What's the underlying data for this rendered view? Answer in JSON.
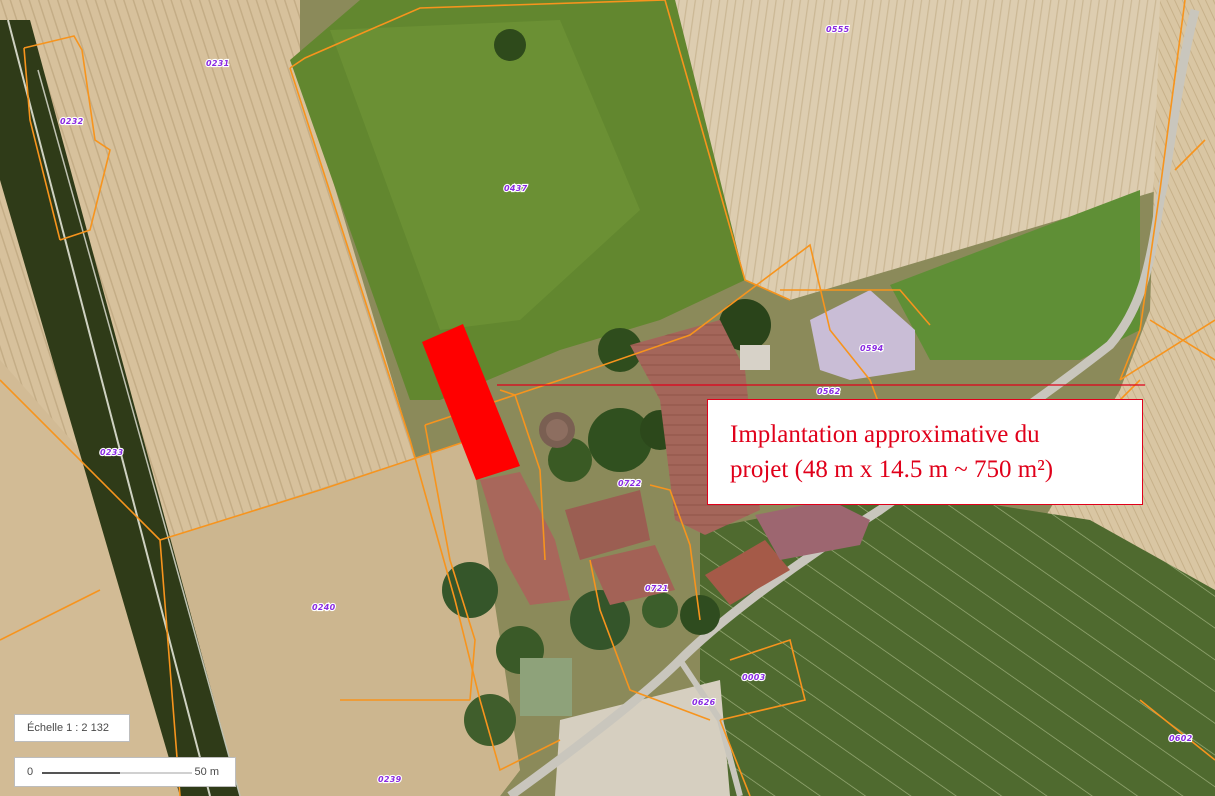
{
  "map": {
    "colors": {
      "parcel_border": "#f7941d",
      "project_footprint": "#ff0000",
      "callout_text": "#e0001a",
      "parcel_label": "#8a2be2"
    },
    "parcel_labels": [
      "0555",
      "0231",
      "0232",
      "0437",
      "0594",
      "0562",
      "0233",
      "0722",
      "0721",
      "0240",
      "0003",
      "0626",
      "0602",
      "0239"
    ],
    "callout": {
      "line1": "Implantation approximative  du",
      "line2": "projet (48 m x 14.5 m ~ 750 m²)"
    },
    "scale": {
      "label": "Échelle 1 : 2 132",
      "start": "0",
      "end": "50 m"
    }
  }
}
